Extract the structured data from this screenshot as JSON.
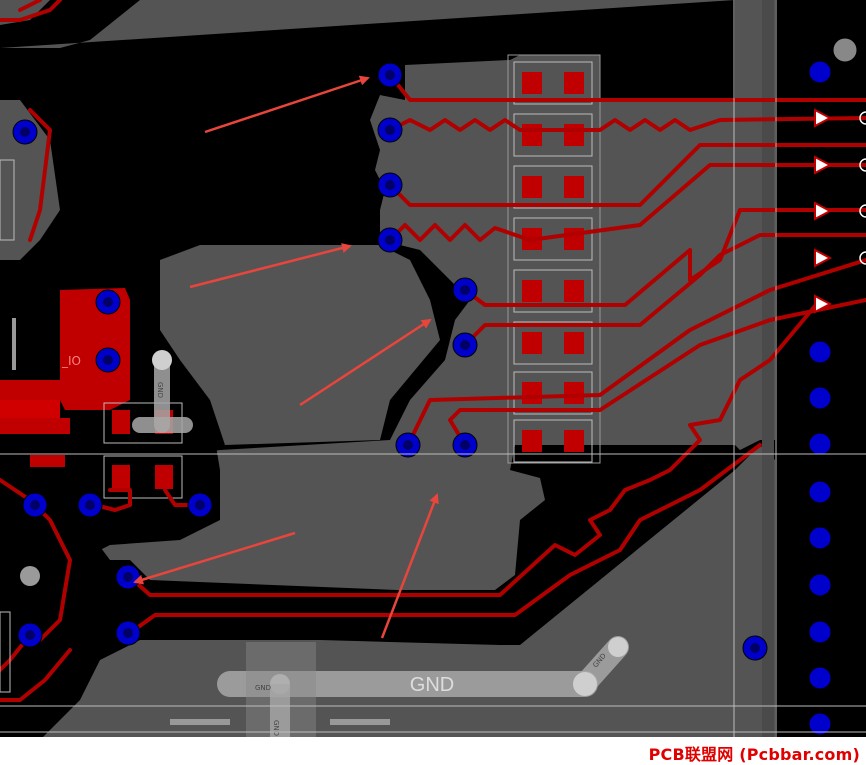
{
  "board": {
    "colors": {
      "background": "#000000",
      "copper_pour": "#545454",
      "trace": "#b00000",
      "pad": "#c00000",
      "via_ring": "#0a0ad0",
      "via_hole": "#000060",
      "annotation_arrow": "#e8453c",
      "silkscreen": "#cfcfcf",
      "overlay": "#a8a8a8"
    },
    "labels": {
      "gnd_label": "GND",
      "io_label": "_IO",
      "gnd_small_1": "GND",
      "gnd_small_2": "GND",
      "gnd_small_3": "GND",
      "gnd_small_4": "GND"
    }
  },
  "footer": {
    "watermark": "PCB联盟网 (Pcbbar.com)"
  }
}
